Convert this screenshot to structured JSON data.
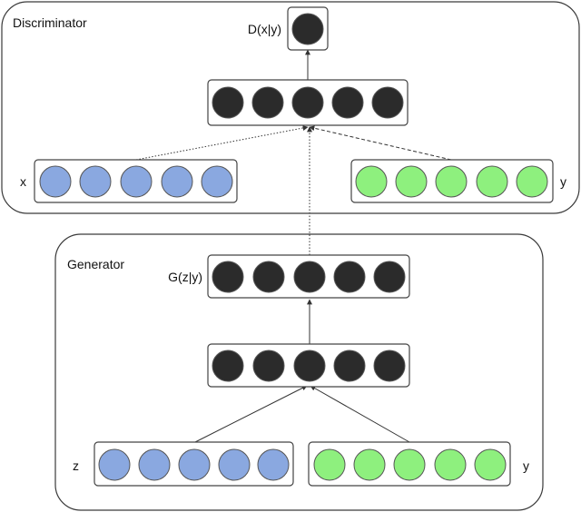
{
  "discriminator": {
    "title": "Discriminator",
    "output_label": "D(x|y)",
    "input_x_label": "x",
    "input_y_label": "y"
  },
  "generator": {
    "title": "Generator",
    "output_label": "G(z|y)",
    "input_z_label": "z",
    "input_y_label": "y"
  },
  "colors": {
    "hidden_node": "#2b2b2b",
    "x_node": "#8aa8e0",
    "z_node": "#8aa8e0",
    "y_node": "#8ef07e"
  }
}
